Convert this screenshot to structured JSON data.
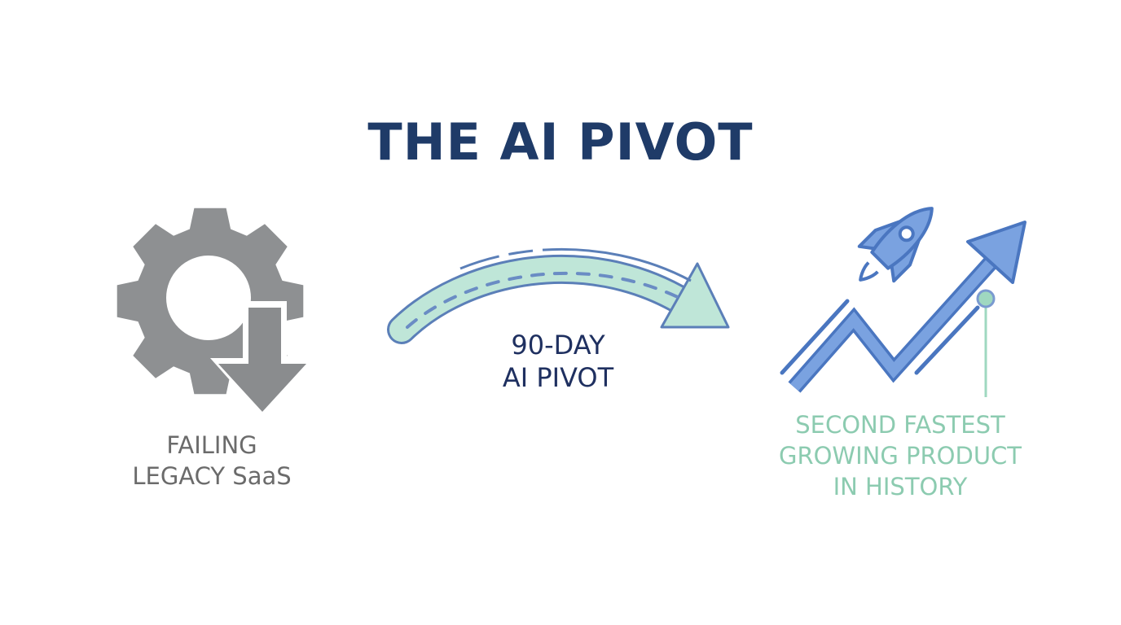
{
  "title": "THE AI PIVOT",
  "left": {
    "label_line1": "FAILING",
    "label_line2": "LEGACY SaaS",
    "icon": "gear-down-arrow-icon"
  },
  "middle": {
    "label_line1": "90-DAY",
    "label_line2": "AI PIVOT",
    "icon": "curved-arrow-icon"
  },
  "right": {
    "label_line1": "SECOND FASTEST",
    "label_line2": "GROWING PRODUCT",
    "label_line3": "IN HISTORY",
    "icon": "rocket-growth-chart-icon"
  },
  "colors": {
    "title": "#1f3b68",
    "gear": "#8e9092",
    "path_fill": "#bfe6d8",
    "path_outline": "#5b7fb8",
    "growth_blue": "#7aa2e0",
    "growth_outline": "#4a76c0",
    "accent_green": "#8ccbb0"
  }
}
